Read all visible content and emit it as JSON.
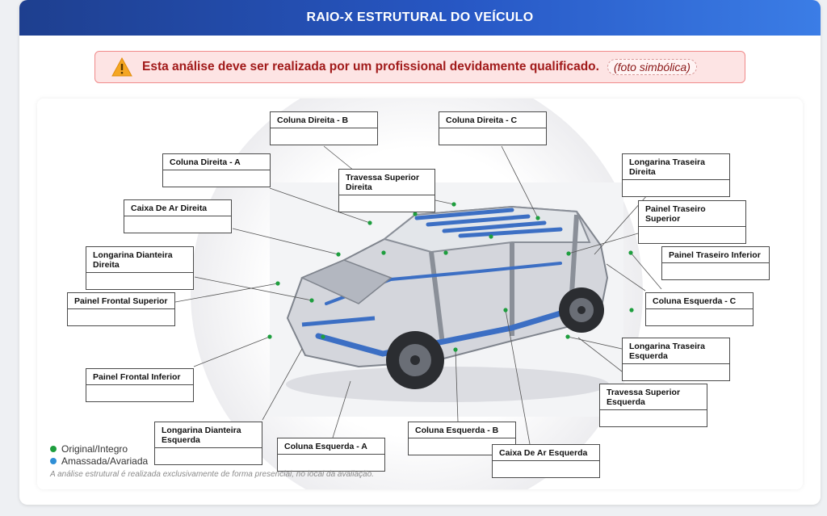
{
  "header": {
    "title": "RAIO-X ESTRUTURAL DO VEÍCULO"
  },
  "warning": {
    "text": "Esta análise deve ser realizada por um profissional devidamente qualificado.",
    "tag": "(foto simbólica)",
    "icon": "warning-triangle-icon"
  },
  "labels": [
    {
      "id": "coluna-direita-b",
      "name": "Coluna Direita - B",
      "value": ""
    },
    {
      "id": "coluna-direita-c",
      "name": "Coluna Direita - C",
      "value": ""
    },
    {
      "id": "coluna-direita-a",
      "name": "Coluna Direita - A",
      "value": ""
    },
    {
      "id": "travessa-superior-direita",
      "name": "Travessa Superior Direita",
      "value": ""
    },
    {
      "id": "longarina-traseira-direita",
      "name": "Longarina Traseira Direita",
      "value": ""
    },
    {
      "id": "caixa-de-ar-direita",
      "name": "Caixa De Ar Direita",
      "value": ""
    },
    {
      "id": "painel-traseiro-superior",
      "name": "Painel Traseiro Superior",
      "value": ""
    },
    {
      "id": "longarina-dianteira-direita",
      "name": "Longarina Dianteira Direita",
      "value": ""
    },
    {
      "id": "painel-traseiro-inferior",
      "name": "Painel Traseiro Inferior",
      "value": ""
    },
    {
      "id": "painel-frontal-superior",
      "name": "Painel Frontal Superior",
      "value": ""
    },
    {
      "id": "coluna-esquerda-c",
      "name": "Coluna Esquerda - C",
      "value": ""
    },
    {
      "id": "longarina-traseira-esquerda",
      "name": "Longarina Traseira Esquerda",
      "value": ""
    },
    {
      "id": "painel-frontal-inferior",
      "name": "Painel Frontal Inferior",
      "value": ""
    },
    {
      "id": "travessa-superior-esquerda",
      "name": "Travessa Superior Esquerda",
      "value": ""
    },
    {
      "id": "longarina-dianteira-esquerda",
      "name": "Longarina Dianteira Esquerda",
      "value": ""
    },
    {
      "id": "coluna-esquerda-b",
      "name": "Coluna Esquerda - B",
      "value": ""
    },
    {
      "id": "coluna-esquerda-a",
      "name": "Coluna Esquerda - A",
      "value": ""
    },
    {
      "id": "caixa-de-ar-esquerda",
      "name": "Caixa De Ar Esquerda",
      "value": ""
    }
  ],
  "legend": [
    {
      "label": "Original/Integro",
      "color": "#1e9e3e"
    },
    {
      "label": "Amassada/Avariada",
      "color": "#2f8fd6"
    }
  ],
  "note": "A análise estrutural é realizada exclusivamente de forma presencial, no local da avaliação.",
  "colors": {
    "header": "#2757c4",
    "point_ok": "#1e9e3e",
    "warning_text": "#a11a1a"
  }
}
